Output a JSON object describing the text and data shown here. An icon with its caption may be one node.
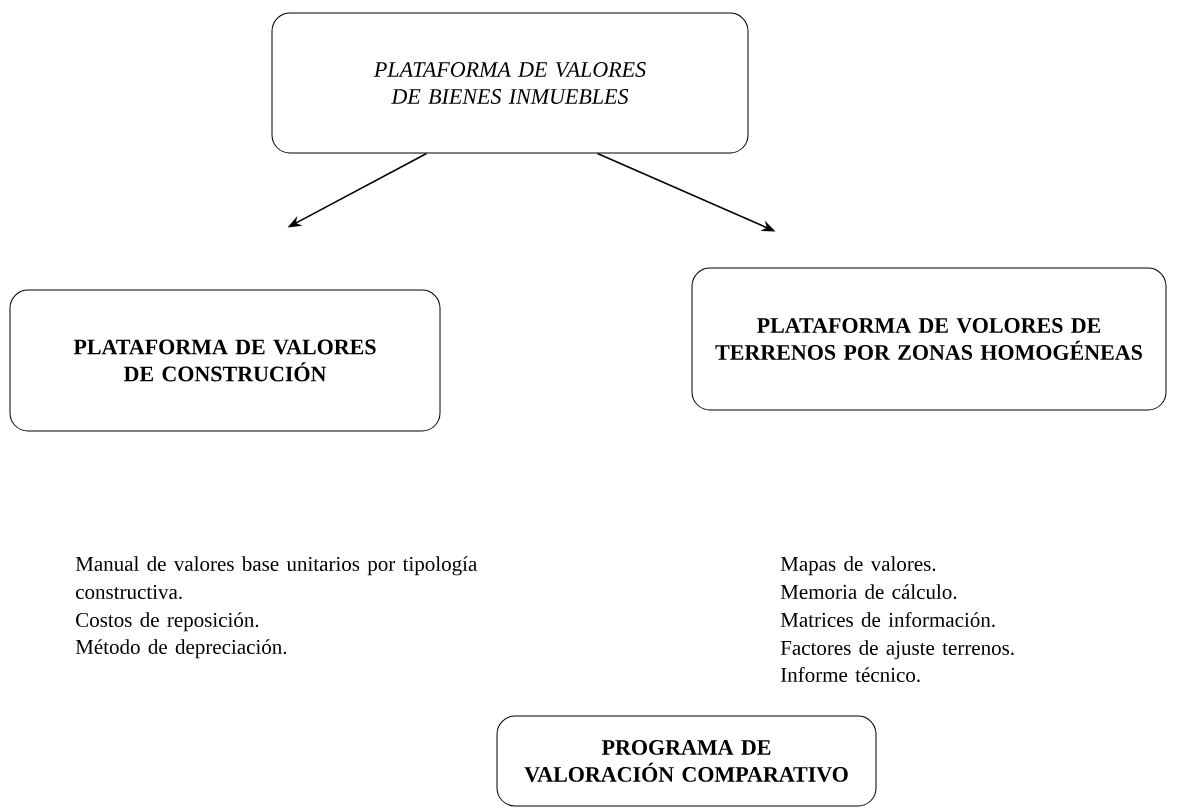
{
  "diagram": {
    "nodes": [
      {
        "text": [
          "PLATAFORMA DE VALORES DE BIENES INMUEBLES"
        ]
      },
      {
        "text": [
          "PLATAFORMA DE VALORES DE CONSTRUCIÓN"
        ],
        "beside": [
          "Manual de valores base unitarios por tipología constructiva.",
          "Costos de reposición.",
          "Método de depreciación."
        ]
      },
      {
        "text": [
          "PLATAFORMA DE VOLORES DE TERRENOS POR ZONAS HOMOGÉNEAS"
        ],
        "beside": [
          "Mapas de valores.",
          "Memoria de cálculo.",
          "Matrices de información.",
          "Factores de ajuste terrenos.",
          "Informe técnico."
        ]
      },
      {
        "text": [
          "PROGRAMA DE VALORACIÓN COMPARATIVO"
        ]
      }
    ],
    "edges": [
      {
        "from": 0,
        "to": 1,
        "arrow": "to"
      },
      {
        "from": 0,
        "to": 2,
        "arrow": "to"
      }
    ]
  }
}
